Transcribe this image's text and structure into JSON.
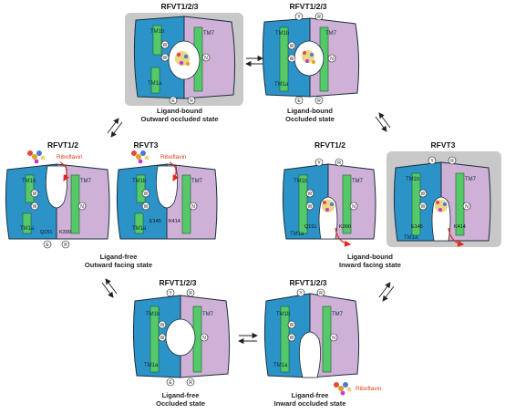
{
  "colors": {
    "blue_domain": "#2b93c8",
    "purple_domain": "#cfb0d6",
    "helix_green": "#55c96a",
    "gray_box": "#c8c8c8",
    "riboflavin_label": "#e03c12",
    "arrow_red": "#e0281a"
  },
  "states": [
    {
      "id": "lb-outward-occluded",
      "header": "RFVT1/2/3",
      "caption": [
        "Ligand-bound",
        "Outward occluded state"
      ],
      "highlight": true
    },
    {
      "id": "lb-occluded",
      "header": "RFVT1/2/3",
      "caption": [
        "Ligand-bound",
        "Occluded state"
      ],
      "highlight": false
    },
    {
      "id": "lf-outward-rfvt12",
      "header": "RFVT1/2",
      "riboflavin": "Riboflavin",
      "residues": [
        "Q151",
        "K390"
      ]
    },
    {
      "id": "lf-outward-rfvt3",
      "header": "RFVT3",
      "riboflavin": "Riboflavin",
      "residues": [
        "E145",
        "K414"
      ]
    },
    {
      "id": "lf-outward-caption",
      "caption": [
        "Ligand-free",
        "Outward facing state"
      ]
    },
    {
      "id": "lb-inward-rfvt12",
      "header": "RFVT1/2",
      "residues": [
        "Q151",
        "K390"
      ]
    },
    {
      "id": "lb-inward-rfvt3",
      "header": "RFVT3",
      "residues": [
        "E145",
        "K414"
      ],
      "highlight": true
    },
    {
      "id": "lb-inward-caption",
      "caption": [
        "Ligand-bound",
        "Inward facing state"
      ]
    },
    {
      "id": "lf-occluded",
      "header": "RFVT1/2/3",
      "caption": [
        "Ligand-free",
        "Occluded state"
      ]
    },
    {
      "id": "lf-inward-occluded",
      "header": "RFVT1/2/3",
      "riboflavin": "Riboflavin",
      "caption": [
        "Ligand-free",
        "Inward occluded state"
      ]
    }
  ],
  "helix_labels": {
    "tm1b": "TM1b",
    "tm1a": "TM1a",
    "tm7": "TM7"
  },
  "circle_residues": {
    "w": "W",
    "n": "N",
    "y": "Y",
    "r": "R",
    "e": "E"
  }
}
